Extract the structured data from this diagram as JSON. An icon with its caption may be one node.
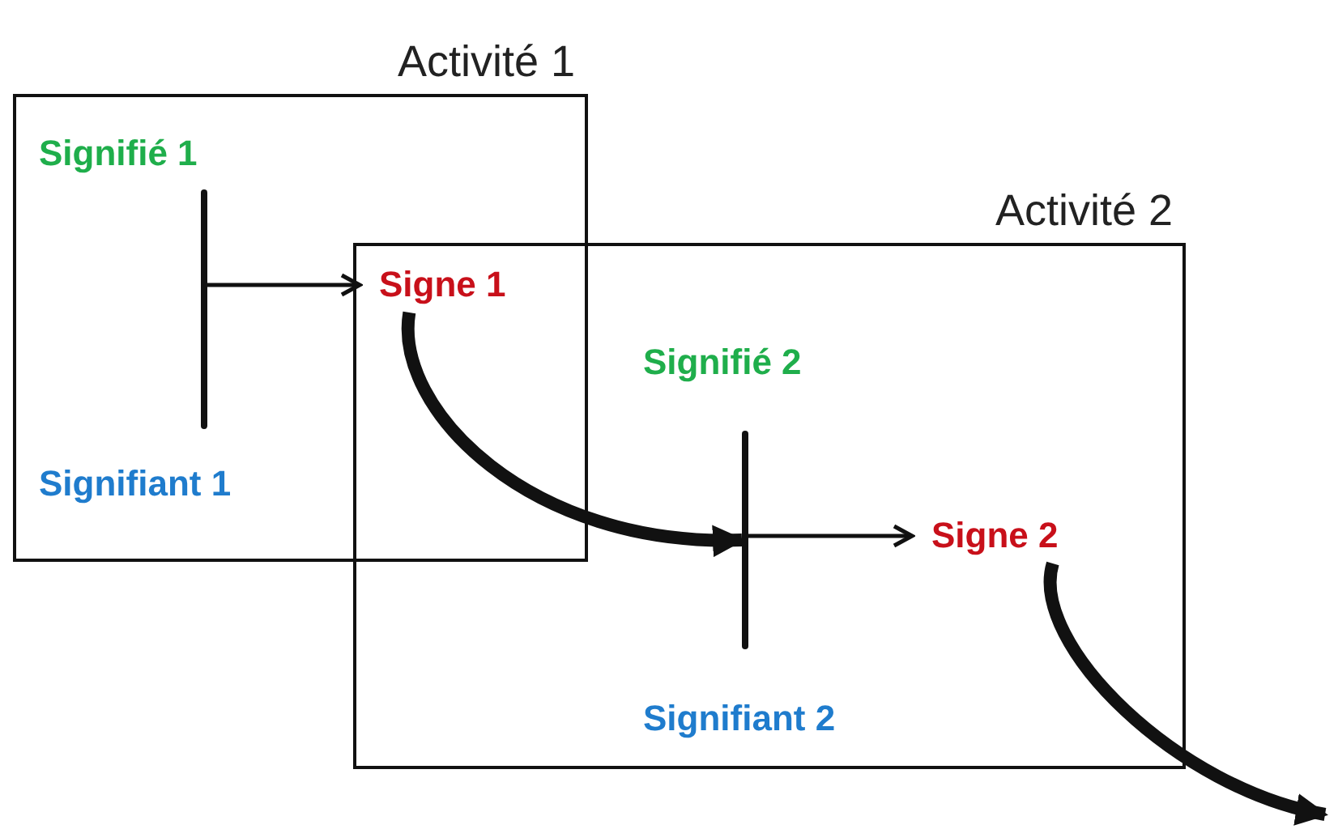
{
  "diagram": {
    "nodes": [
      {
        "text": [
          "Activité 1"
        ]
      },
      {
        "text": [
          "Signifié 1"
        ],
        "in": 0
      },
      {
        "text": [],
        "shape": "bar",
        "in": 0
      },
      {
        "text": [
          "Signifiant 1"
        ],
        "in": 0
      },
      {
        "text": [
          "Signe 1"
        ]
      },
      {
        "text": [
          "Activité 2"
        ]
      },
      {
        "text": [
          "Signifié 2"
        ],
        "in": 5
      },
      {
        "text": [],
        "shape": "bar",
        "in": 5
      },
      {
        "text": [
          "Signifiant 2"
        ],
        "in": 5
      },
      {
        "text": [
          "Signe 2"
        ],
        "in": 5
      }
    ],
    "edges": [
      {
        "from": 2,
        "to": 4,
        "arrow": "to"
      },
      {
        "from": 7,
        "to": 9,
        "arrow": "to"
      },
      {
        "from": 4,
        "to": 7,
        "arrow": "to",
        "style": "thick"
      },
      {
        "from": 9,
        "to": null,
        "arrow": "to",
        "style": "thick"
      }
    ]
  }
}
